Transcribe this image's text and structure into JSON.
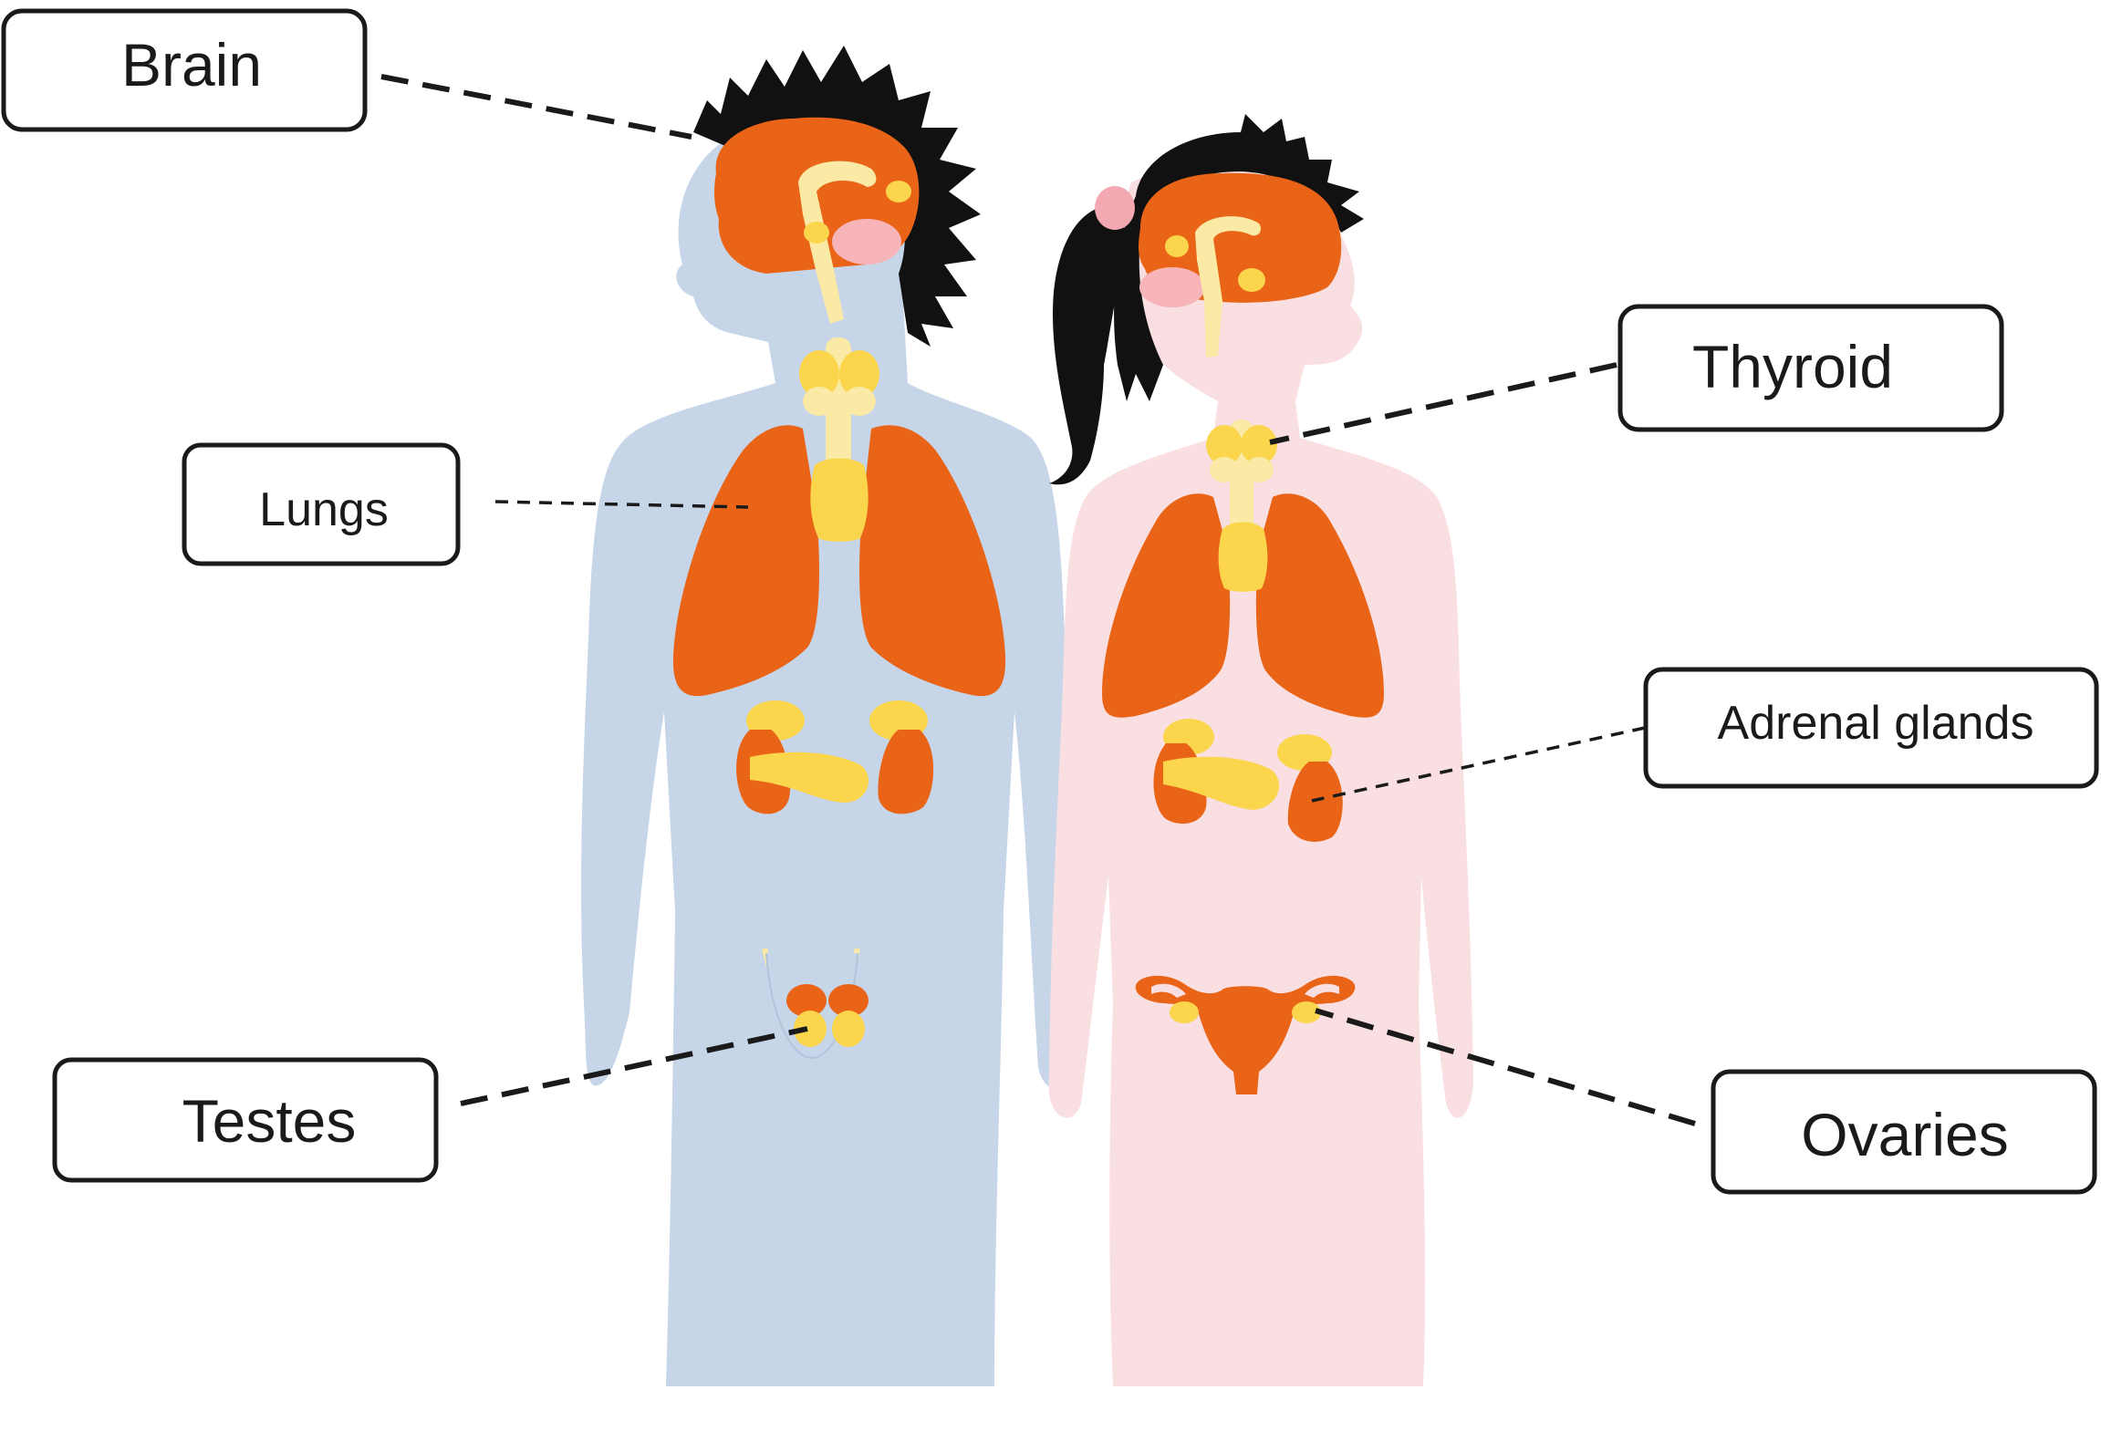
{
  "labels": {
    "brain": "Brain",
    "thyroid": "Thyroid",
    "lungs": "Lungs",
    "adrenal": "Adrenal glands",
    "testes": "Testes",
    "ovaries": "Ovaries"
  },
  "colors": {
    "boy_body": "#c6d5e8",
    "girl_body": "#f9dfe1",
    "organ_orange": "#ea6418",
    "gland_yellow": "#fbd54b",
    "pale_yellow": "#faeaa5",
    "pink_cerebellum": "#f7b5ba",
    "hair": "#111111",
    "hair_tie": "#f4a8b2"
  }
}
